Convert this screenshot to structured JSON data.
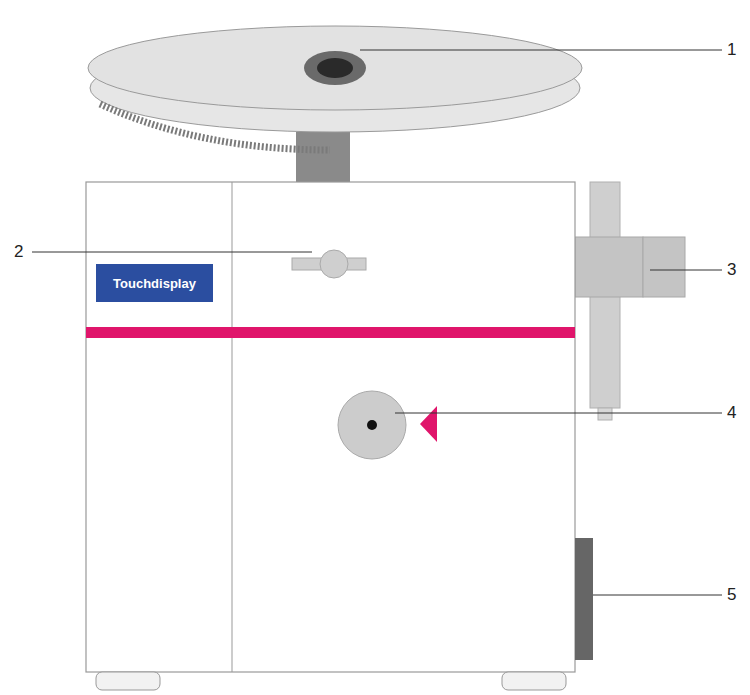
{
  "diagram": {
    "nodes": [
      {
        "text": [
          "Touchdisplay"
        ]
      }
    ],
    "labels": [
      "1",
      "2",
      "3",
      "4",
      "5"
    ]
  }
}
